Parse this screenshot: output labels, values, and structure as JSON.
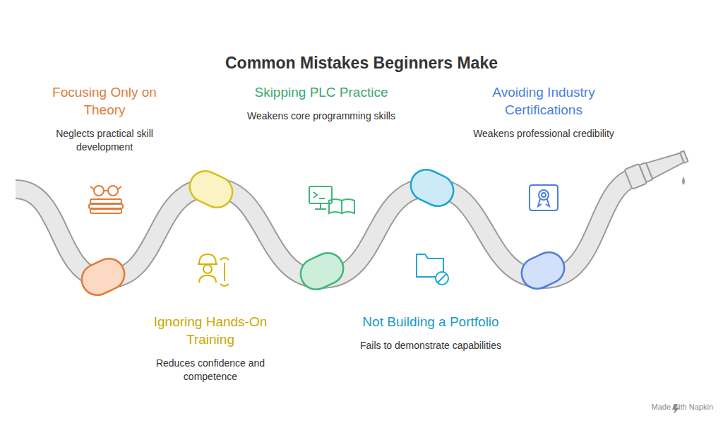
{
  "diagram": {
    "title": "Common Mistakes Beginners Make",
    "nodes": [
      {
        "text": [
          "Focusing Only on Theory",
          "Neglects practical skill development"
        ]
      },
      {
        "text": [
          "Ignoring Hands-On Training",
          "Reduces confidence and competence"
        ]
      },
      {
        "text": [
          "Skipping PLC Practice",
          "Weakens core programming skills"
        ]
      },
      {
        "text": [
          "Not Building a Portfolio",
          "Fails to demonstrate capabilities"
        ]
      },
      {
        "text": [
          "Avoiding Industry Certifications",
          "Weakens professional credibility"
        ]
      }
    ],
    "labels": [
      "Made with Napkin"
    ]
  }
}
